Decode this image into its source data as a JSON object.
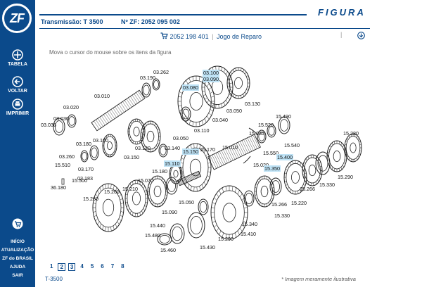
{
  "brand": {
    "logo_text": "ZF"
  },
  "header": {
    "transmission": "Transmissão: T 3500",
    "zf_number": "Nº ZF: 2052 095 002",
    "figure_label": "FIGURA"
  },
  "toolbar": {
    "kit_code": "2052 198 401",
    "kit_label": "Jogo de Reparo"
  },
  "sidebar": {
    "tabela": "TABELA",
    "voltar": "VOLTAR",
    "imprimir": "IMPRIMIR",
    "links": [
      "INÍCIO",
      "ATUALIZAÇÃO",
      "ZF do BRASIL",
      "AJUDA",
      "SAIR"
    ]
  },
  "hint": "Mova o cursor do mouse sobre os itens da figura",
  "pages": [
    "1",
    "2",
    "3",
    "4",
    "5",
    "6",
    "7",
    "8"
  ],
  "current_page": "3",
  "model": "T-3500",
  "disclaimer": "* Imagem meramente ilustrativa",
  "parts": [
    {
      "code": "03.262",
      "highlight": false
    },
    {
      "code": "03.190",
      "highlight": false
    },
    {
      "code": "03.100",
      "highlight": true
    },
    {
      "code": "03.090",
      "highlight": true
    },
    {
      "code": "03.080",
      "highlight": true
    },
    {
      "code": "03.010",
      "highlight": false
    },
    {
      "code": "03.130",
      "highlight": false
    },
    {
      "code": "03.020",
      "highlight": false
    },
    {
      "code": "03.050",
      "highlight": false
    },
    {
      "code": "03.030",
      "highlight": false
    },
    {
      "code": "03.036",
      "highlight": false
    },
    {
      "code": "03.040",
      "highlight": false
    },
    {
      "code": "03.110",
      "highlight": false
    },
    {
      "code": "15.490",
      "highlight": false
    },
    {
      "code": "15.520",
      "highlight": false
    },
    {
      "code": "15.030",
      "highlight": false
    },
    {
      "code": "15.280",
      "highlight": false
    },
    {
      "code": "03.160",
      "highlight": false
    },
    {
      "code": "03.180",
      "highlight": false
    },
    {
      "code": "03.140",
      "highlight": false
    },
    {
      "code": "03.050",
      "highlight": false
    },
    {
      "code": "15.010",
      "highlight": false
    },
    {
      "code": "15.540",
      "highlight": false
    },
    {
      "code": "15.550",
      "highlight": false
    },
    {
      "code": "03.260",
      "highlight": false
    },
    {
      "code": "03.120",
      "highlight": false
    },
    {
      "code": "15.150",
      "highlight": true
    },
    {
      "code": "15.170",
      "highlight": false
    },
    {
      "code": "15.400",
      "highlight": true
    },
    {
      "code": "03.150",
      "highlight": false
    },
    {
      "code": "15.510",
      "highlight": false
    },
    {
      "code": "03.170",
      "highlight": false
    },
    {
      "code": "15.110",
      "highlight": true
    },
    {
      "code": "15.020",
      "highlight": false
    },
    {
      "code": "15.350",
      "highlight": true
    },
    {
      "code": "15.290",
      "highlight": false
    },
    {
      "code": "03.183",
      "highlight": false
    },
    {
      "code": "15.180",
      "highlight": false
    },
    {
      "code": "15.500",
      "highlight": false
    },
    {
      "code": "15.070",
      "highlight": false
    },
    {
      "code": "36.180",
      "highlight": false
    },
    {
      "code": "15.210",
      "highlight": false
    },
    {
      "code": "15.200",
      "highlight": false
    },
    {
      "code": "15.266",
      "highlight": false
    },
    {
      "code": "15.330",
      "highlight": false
    },
    {
      "code": "15.260",
      "highlight": false
    },
    {
      "code": "15.050",
      "highlight": false
    },
    {
      "code": "15.266",
      "highlight": false
    },
    {
      "code": "15.220",
      "highlight": false
    },
    {
      "code": "15.090",
      "highlight": false
    },
    {
      "code": "15.330",
      "highlight": false
    },
    {
      "code": "15.340",
      "highlight": false
    },
    {
      "code": "15.440",
      "highlight": false
    },
    {
      "code": "15.480",
      "highlight": false
    },
    {
      "code": "15.410",
      "highlight": false
    },
    {
      "code": "15.290",
      "highlight": false
    },
    {
      "code": "15.430",
      "highlight": false
    },
    {
      "code": "15.460",
      "highlight": false
    }
  ],
  "colors": {
    "brand_blue": "#0b4a8b",
    "highlight": "#bfe3f6"
  }
}
